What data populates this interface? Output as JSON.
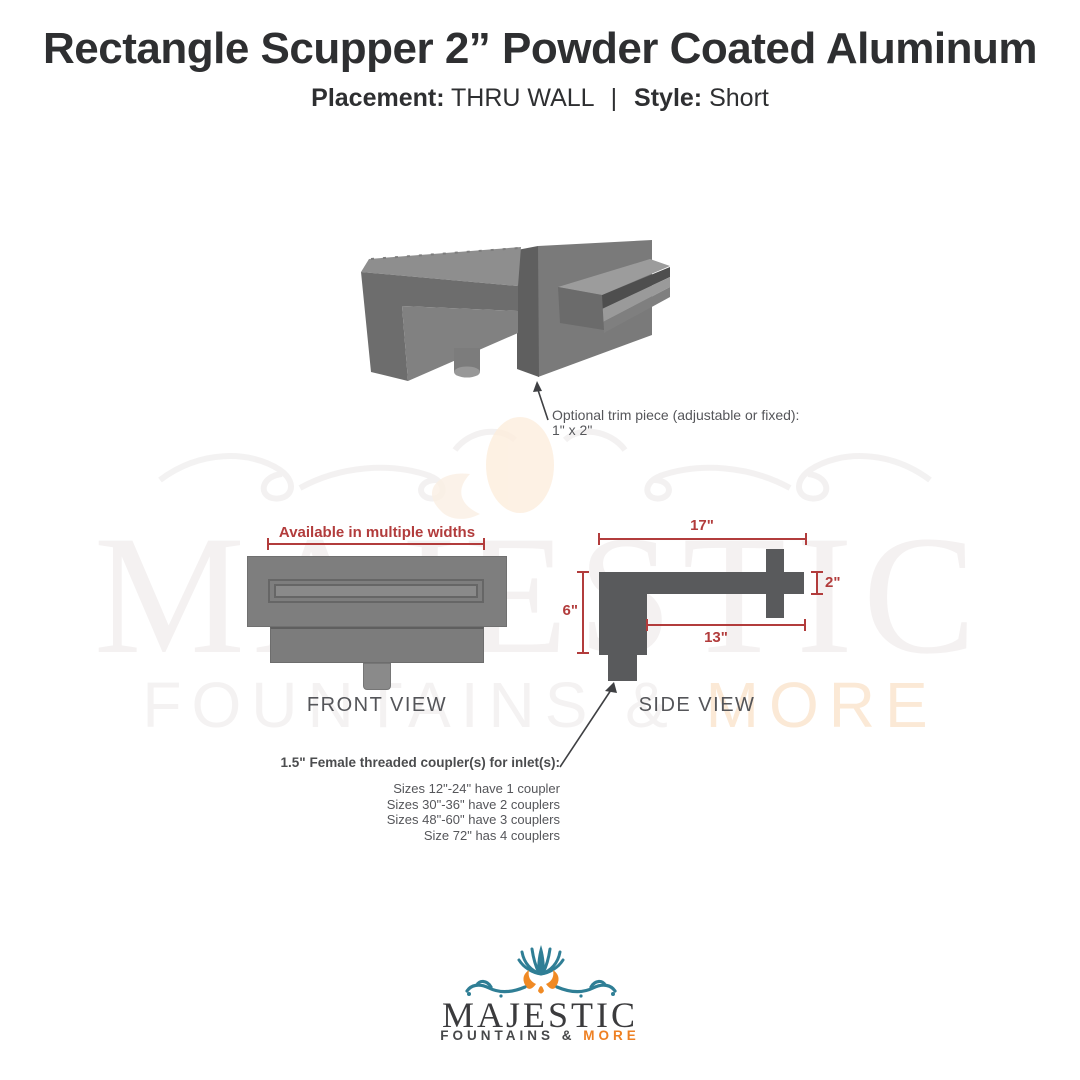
{
  "header": {
    "title": "Rectangle Scupper 2” Powder Coated Aluminum",
    "placement_label": "Placement:",
    "placement_value": "THRU WALL",
    "separator": "|",
    "style_label": "Style:",
    "style_value": "Short"
  },
  "annotations": {
    "trim_line1": "Optional trim piece (adjustable or fixed):",
    "trim_line2": "1\" x 2\""
  },
  "front_view": {
    "width_note": "Available in multiple widths",
    "label": "FRONT VIEW"
  },
  "side_view": {
    "label": "SIDE VIEW",
    "dim_top": "17\"",
    "dim_left": "6\"",
    "dim_right": "2\"",
    "dim_bottom": "13\""
  },
  "coupler_note": {
    "heading": "1.5\" Female threaded coupler(s) for inlet(s):",
    "lines": [
      "Sizes 12\"-24\" have 1 coupler",
      "Sizes 30\"-36\" have 2 couplers",
      "Sizes 48\"-60\" have 3 couplers",
      "Size 72\" has 4 couplers"
    ]
  },
  "watermark": {
    "word": "MAJESTIC",
    "tagline_gray": "FOUNTAINS &",
    "tagline_orange": "MORE"
  },
  "logo": {
    "word": "MAJESTIC",
    "tagline_gray": "FOUNTAINS &",
    "tagline_orange": "MORE"
  },
  "colors": {
    "accent_red": "#B23C3C",
    "diagram_gray": "#7E7E7E",
    "side_view_gray": "#595A5C",
    "text_gray": "#55565A",
    "title_color": "#2E2F31",
    "logo_teal": "#2F7E95",
    "logo_orange": "#EE8023"
  }
}
